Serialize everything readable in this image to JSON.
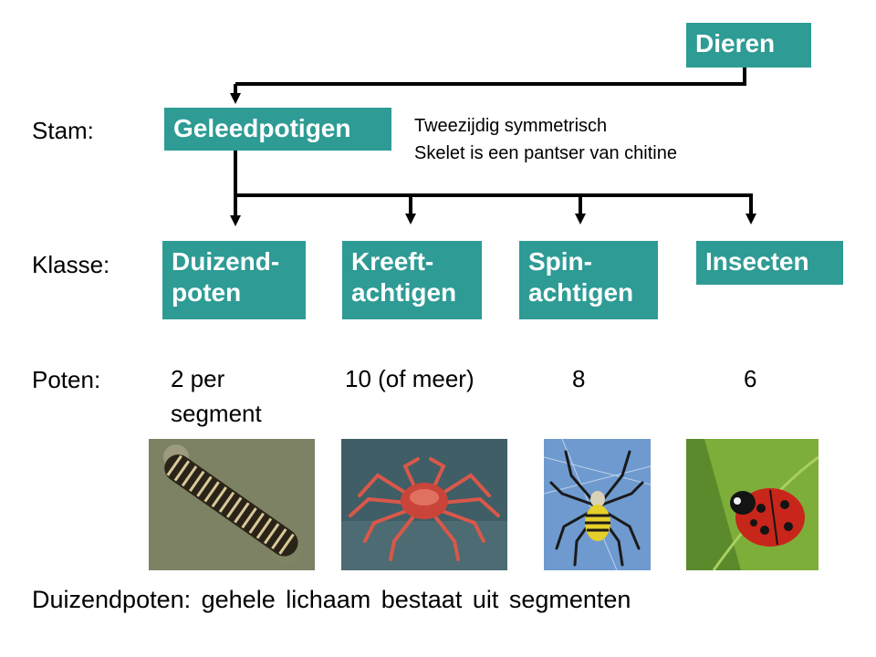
{
  "colors": {
    "box": "#2e9b95",
    "box_text": "#ffffff",
    "line": "#000000"
  },
  "root": {
    "label": "Dieren"
  },
  "rows": {
    "stam": "Stam:",
    "klasse": "Klasse:",
    "poten": "Poten:"
  },
  "phylum": {
    "label": "Geleedpotigen",
    "notes": [
      "Tweezijdig symmetrisch",
      "Skelet is een pantser van chitine"
    ]
  },
  "classes": [
    {
      "line1": "Duizend-",
      "line2": "poten",
      "legs_line1": "2 per",
      "legs_line2": "segment",
      "photo": "millipede"
    },
    {
      "line1": "Kreeft-",
      "line2": "achtigen",
      "legs_line1": "10 (of meer)",
      "legs_line2": "",
      "photo": "crab"
    },
    {
      "line1": "Spin-",
      "line2": "achtigen",
      "legs_line1": "8",
      "legs_line2": "",
      "photo": "spider"
    },
    {
      "line1": "Insecten",
      "line2": "",
      "legs_line1": "6",
      "legs_line2": "",
      "photo": "ladybug"
    }
  ],
  "footer": "Duizendpoten: gehele lichaam bestaat uit segmenten"
}
